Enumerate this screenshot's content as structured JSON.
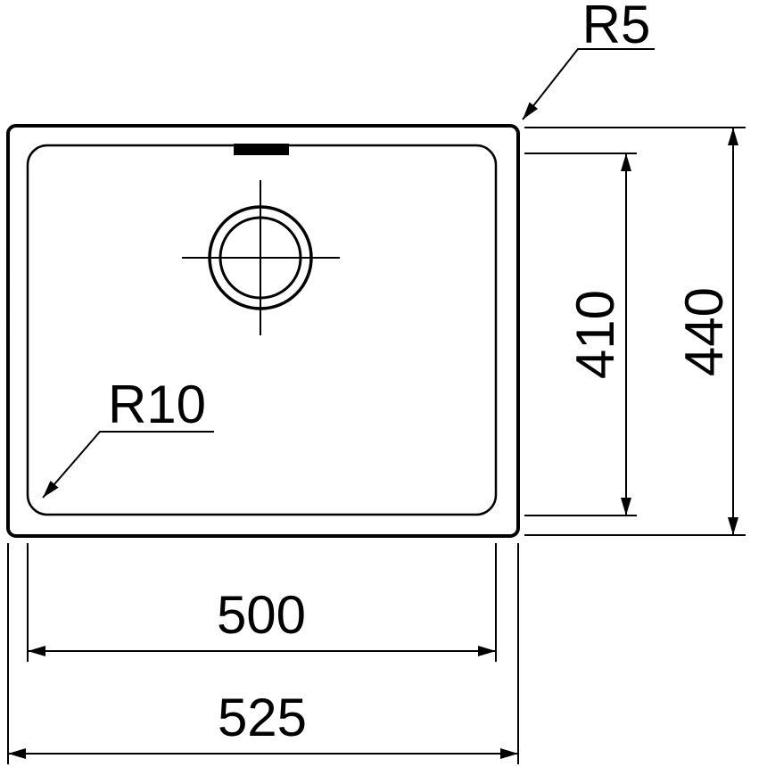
{
  "labels": {
    "corner_radius_outer": "R5",
    "corner_radius_bowl": "R10"
  },
  "dimensions": {
    "bowl_height": "410",
    "outer_height": "440",
    "bowl_width": "500",
    "outer_width": "525"
  },
  "colors": {
    "line": "#000000",
    "background": "#ffffff"
  }
}
